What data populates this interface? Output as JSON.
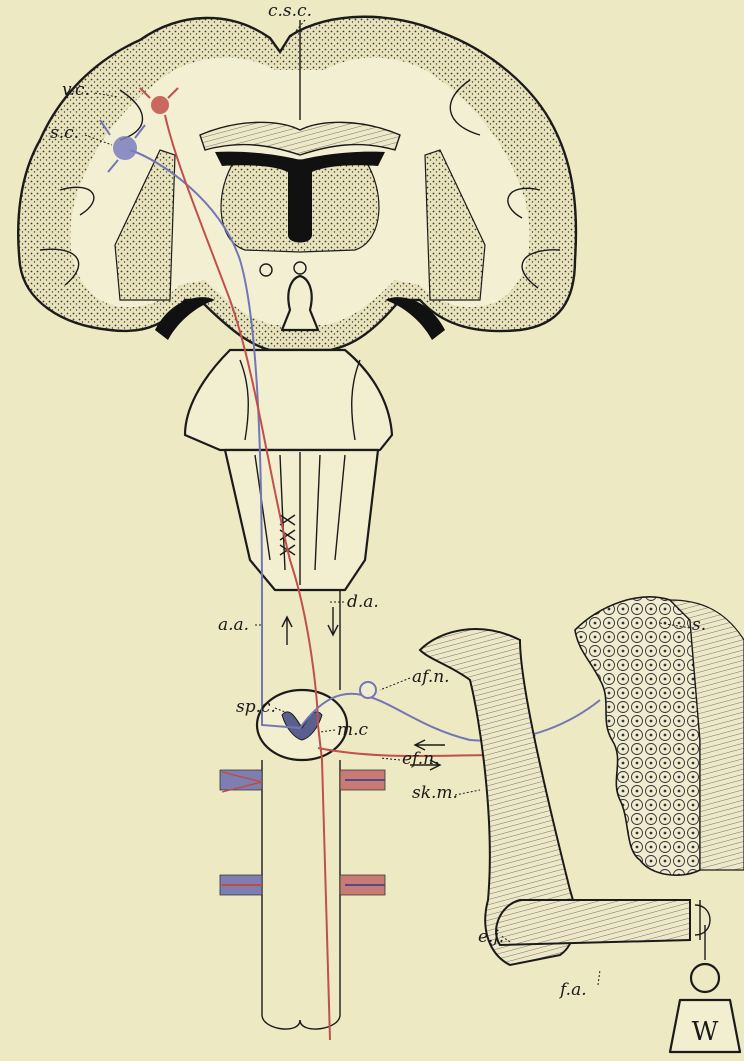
{
  "labels": {
    "css": "c.s.c.",
    "vc": "v.c.",
    "sc": "s.c.",
    "da": "d.a.",
    "aa": "a.a.",
    "afn": "af.n.",
    "spc": "sp.c.",
    "mc": "m.c",
    "efn": "ef.n.",
    "skm": "sk.m.",
    "ej": "e.j.",
    "fa": "f.a.",
    "s": "s.",
    "weight": "W"
  },
  "colors": {
    "background": "#ede9c2",
    "ink": "#1b1b1b",
    "afferent": "#7276b4",
    "efferent": "#c0504a"
  }
}
